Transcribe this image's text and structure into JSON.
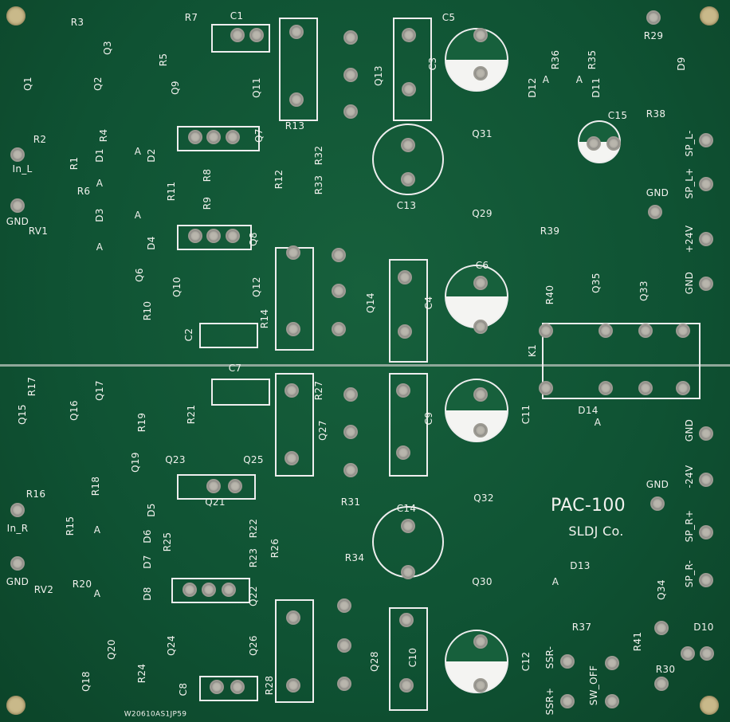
{
  "board": {
    "name": "PAC-100",
    "maker": "SLDJ Co.",
    "serial": "W20610AS1JP59"
  },
  "labels": [
    "R3",
    "Q3",
    "R7",
    "C1",
    "R5",
    "Q1",
    "Q2",
    "Q9",
    "Q11",
    "R13",
    "Q13",
    "C3",
    "C5",
    "R36",
    "R35",
    "D12",
    "D11",
    "R29",
    "D9",
    "C15",
    "R38",
    "SP_L-",
    "SP_L+",
    "GND",
    "+24V",
    "GND",
    "R2",
    "In_L",
    "R1",
    "R4",
    "D1",
    "D2",
    "D3",
    "D4",
    "R6",
    "Q7",
    "R11",
    "R8",
    "R9",
    "R12",
    "R32",
    "R33",
    "C13",
    "Q29",
    "Q31",
    "GND",
    "RV1",
    "Q6",
    "Q8",
    "Q10",
    "Q12",
    "R14",
    "Q14",
    "C4",
    "C6",
    "R39",
    "R40",
    "Q35",
    "Q33",
    "K1",
    "R10",
    "C2",
    "C7",
    "R17",
    "Q15",
    "Q16",
    "Q17",
    "R19",
    "R21",
    "R27",
    "Q27",
    "C9",
    "C11",
    "D14",
    "GND",
    "-24V",
    "GND",
    "Q19",
    "Q23",
    "Q25",
    "Q21",
    "R16",
    "R18",
    "D5",
    "R31",
    "C14",
    "Q32",
    "Q30",
    "SP_R+",
    "SP_R-",
    "In_R",
    "R15",
    "R22",
    "R25",
    "R26",
    "R34",
    "D6",
    "D7",
    "D8",
    "R20",
    "R23",
    "GND",
    "RV2",
    "Q22",
    "D13",
    "Q34",
    "R37",
    "R41",
    "D10",
    "Q20",
    "Q24",
    "Q26",
    "Q28",
    "C10",
    "C12",
    "SSR-",
    "SSR+",
    "SW_OFF",
    "R30",
    "Q18",
    "R24",
    "C8",
    "R28",
    "A",
    "A",
    "A",
    "A",
    "A",
    "A",
    "A",
    "A",
    "A",
    "A"
  ],
  "colors": {
    "soldermask": "#17603c",
    "silkscreen": "#f2f2ee",
    "pad": "#b9b6ad"
  }
}
